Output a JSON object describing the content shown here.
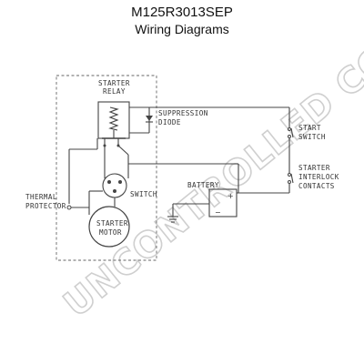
{
  "header": {
    "title": "M125R3013SEP",
    "subtitle": "Wiring Diagrams"
  },
  "labels": {
    "starter_relay_1": "STARTER",
    "starter_relay_2": "RELAY",
    "suppression_1": "SUPPRESSION",
    "suppression_2": "DIODE",
    "start_switch_1": "START",
    "start_switch_2": "SWITCH",
    "interlock_1": "STARTER",
    "interlock_2": "INTERLOCK",
    "interlock_3": "CONTACTS",
    "battery": "BATTERY",
    "switch": "SWITCH",
    "thermal_1": "THERMAL",
    "thermal_2": "PROTECTOR",
    "motor_1": "STARTER",
    "motor_2": "MOTOR"
  },
  "watermark": "UNCONTROLLED COPY"
}
